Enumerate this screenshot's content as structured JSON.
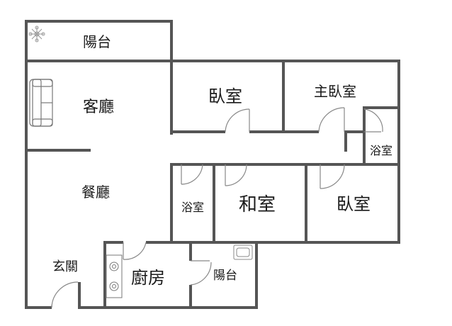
{
  "rooms": {
    "balcony_top": "陽台",
    "living_room": "客廳",
    "bedroom_1": "臥室",
    "master_bedroom": "主臥室",
    "bath_master": "浴室",
    "dining_room": "餐廳",
    "bath_2": "浴室",
    "japanese_room": "和室",
    "bedroom_2": "臥室",
    "entrance": "玄關",
    "kitchen": "廚房",
    "balcony_small": "陽台"
  },
  "colors": {
    "wall": "#555555",
    "text": "#1a1a1a",
    "door": "#888888",
    "fixture": "#999999"
  },
  "icons": [
    "plant-icon",
    "sofa-icon",
    "stove-icon",
    "washer-icon"
  ]
}
